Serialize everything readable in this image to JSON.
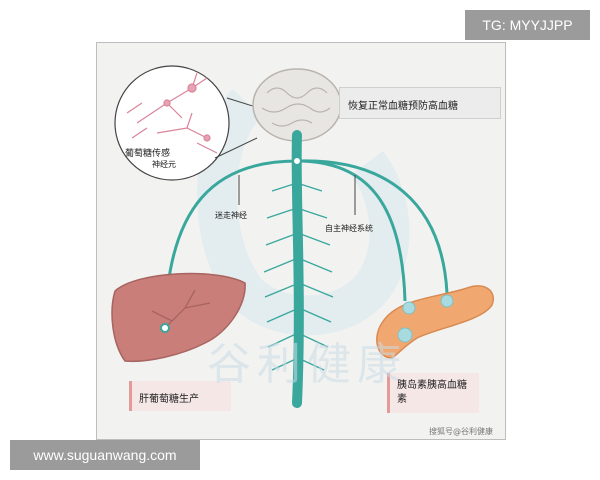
{
  "watermark_tag": "TG: MYYJJPP",
  "watermark_site": "www.suguanwang.com",
  "diagram": {
    "brain_label": "恢复正常血糖预防高血糖",
    "sensor_label": "葡萄糖传感",
    "neuron_label": "神经元",
    "vagus_label": "迷走神经",
    "autonomic_label": "自主神经系统",
    "liver_label": "肝葡萄糖生产",
    "pancreas_label": "胰岛素胰高血糖素",
    "bg_watermark": "谷利健康",
    "credit": "搜狐号@谷利健康"
  },
  "colors": {
    "nerve": "#3aa79d",
    "liver": "#c97e7a",
    "pancreas": "#f0a870",
    "brain": "#e8e6e3"
  }
}
